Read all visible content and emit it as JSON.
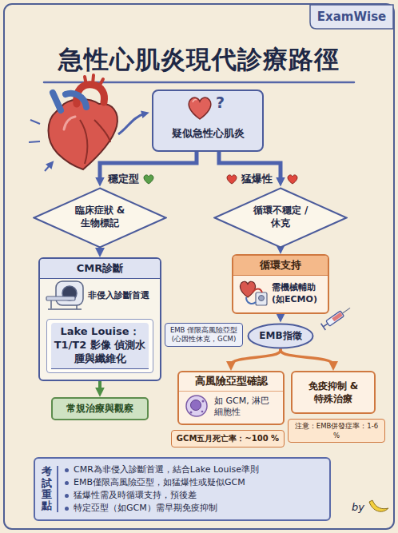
{
  "diagram": {
    "title": "急性心肌炎現代診療路徑",
    "nodes": [
      {
        "text": [
          "疑似急性心肌炎"
        ]
      },
      {
        "text": [
          "臨床症狀 & 生物標記"
        ]
      },
      {
        "text": [
          "循環不穩定 / 休克"
        ]
      },
      {
        "text": [
          "CMR診斷",
          "非侵入診斷首選"
        ]
      },
      {
        "text": [
          "Lake Louise：T1/T2 影像 偵測水腫與纖維化"
        ],
        "in": 3
      },
      {
        "text": [
          "循環支持",
          "需機械輔助 (如ECMO)"
        ]
      },
      {
        "text": [
          "EMB 僅限高風險亞型 (心因性休克，GCM)"
        ]
      },
      {
        "text": [
          "EMB指徵"
        ]
      },
      {
        "text": [
          "常規治療與觀察"
        ]
      },
      {
        "text": [
          "高風險亞型確認",
          "如 GCM, 淋巴細胞性"
        ]
      },
      {
        "text": [
          "免疫抑制 & 特殊治療"
        ]
      },
      {
        "text": [
          "GCM五月死亡率：~100 %"
        ]
      },
      {
        "text": [
          "注意：EMB併發症率：1-6 %"
        ]
      },
      {
        "text": [
          "考試重點",
          "CMR為非侵入診斷首選，結合Lake Louise準則",
          "EMB僅限高風險亞型，如猛爆性或疑似GCM",
          "猛爆性需及時循環支持，預後差",
          "特定亞型（如GCM）需早期免疫抑制"
        ]
      }
    ],
    "edges": [
      {
        "from": 0,
        "to": 1,
        "arrow": "to",
        "label": "穩定型"
      },
      {
        "from": 0,
        "to": 2,
        "arrow": "to",
        "label": "猛爆性"
      },
      {
        "from": 1,
        "to": 3,
        "arrow": "to"
      },
      {
        "from": 3,
        "to": 8,
        "arrow": "to"
      },
      {
        "from": 2,
        "to": 5,
        "arrow": "to"
      },
      {
        "from": 5,
        "to": 7,
        "arrow": "to"
      },
      {
        "from": 7,
        "to": 9,
        "arrow": "to"
      },
      {
        "from": 7,
        "to": 10,
        "arrow": "to"
      }
    ],
    "labels": [
      "ExamWise",
      "?",
      "by"
    ]
  }
}
